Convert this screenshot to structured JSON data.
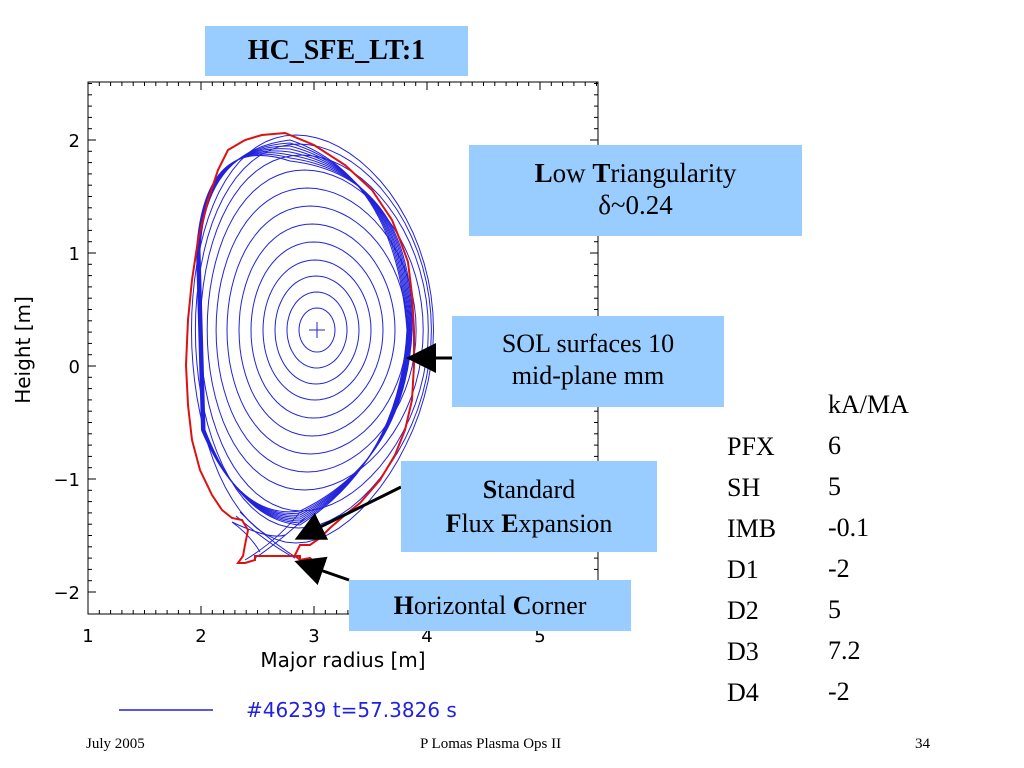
{
  "slide": {
    "title": "HC_SFE_LT:1",
    "low_tri_line1_bold_L": "L",
    "low_tri_line1_rest1": "ow ",
    "low_tri_line1_bold_T": "T",
    "low_tri_line1_rest2": "riangularity",
    "low_tri_line2": "δ~0.24",
    "sol_line1": "SOL surfaces 10",
    "sol_line2": "mid-plane mm",
    "std_bold_S": "S",
    "std_rest": "tandard",
    "std_bold_F": "F",
    "std_lux": "lux ",
    "std_bold_E": "E",
    "std_xpansion": "xpansion",
    "hc_bold_H": "H",
    "hc_rest1": "orizontal ",
    "hc_bold_C": "C",
    "hc_rest2": "orner"
  },
  "params": {
    "header": "kA/MA",
    "rows": [
      {
        "name": "PFX",
        "value": "6"
      },
      {
        "name": "SH",
        "value": "5"
      },
      {
        "name": "IMB",
        "value": "-0.1"
      },
      {
        "name": "D1",
        "value": "-2"
      },
      {
        "name": "D2",
        "value": "5"
      },
      {
        "name": "D3",
        "value": "7.2"
      },
      {
        "name": "D4",
        "value": "-2"
      }
    ]
  },
  "plot": {
    "xlabel": "Major radius [m]",
    "ylabel": "Height [m]",
    "xticks": [
      "1",
      "2",
      "3",
      "4",
      "5"
    ],
    "yticks": [
      "2",
      "1",
      "0",
      "−1",
      "−2"
    ],
    "legend_label": "#46239 t=57.3826 s",
    "colors": {
      "flux": "#2222dd",
      "wall": "#dd1111"
    }
  },
  "footer": {
    "date": "July 2005",
    "center": "P Lomas  Plasma Ops II",
    "page": "34"
  }
}
